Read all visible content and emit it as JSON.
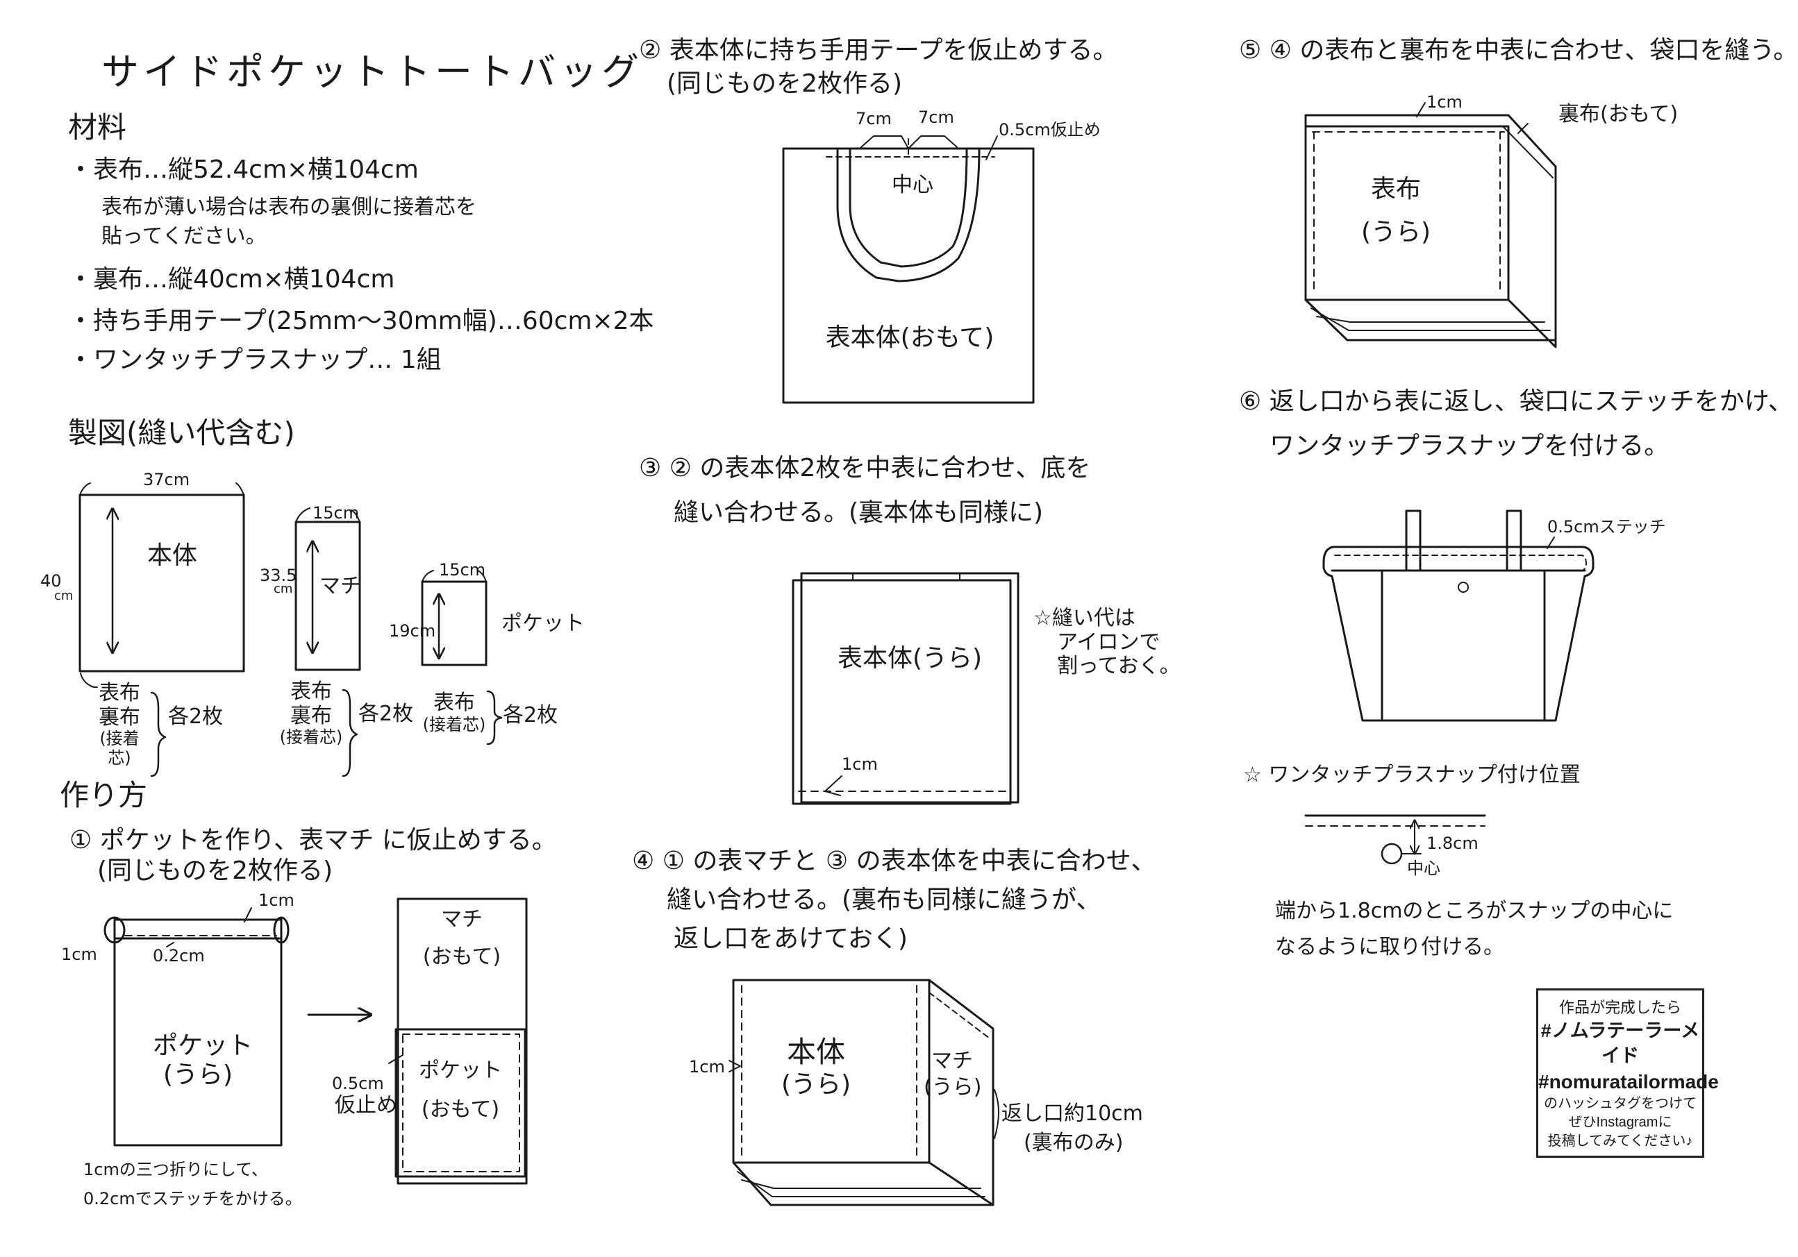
{
  "title": "サイドポケットトートバッグ",
  "materials": {
    "heading": "材料",
    "items": [
      "・表布…縦52.4cm×横104cm",
      "表布が薄い場合は表布の裏側に接着芯を",
      "貼ってください。",
      "・裏布…縦40cm×横104cm",
      "・持ち手用テープ(25mm〜30mm幅)…60cm×2本",
      "・ワンタッチプラスナップ… 1組"
    ]
  },
  "pattern": {
    "heading": "製図(縫い代含む)",
    "body_width": "37cm",
    "body_height_a": "40",
    "body_height_b": "cm",
    "body_label": "本体",
    "gusset_width": "15cm",
    "gusset_height_a": "33.5",
    "gusset_height_b": "cm",
    "gusset_label": "マチ",
    "pocket_width": "15cm",
    "pocket_height": "19cm",
    "pocket_label": "ポケット",
    "body_fabric": [
      "表布",
      "裏布",
      "(接着芯)"
    ],
    "gusset_fabric": [
      "表布",
      "裏布",
      "(接着芯)"
    ],
    "pocket_fabric": [
      "表布",
      "(接着芯)"
    ],
    "qty": "各2枚"
  },
  "howto": {
    "heading": "作り方",
    "step1": {
      "line1": "① ポケットを作り、表マチ に仮止めする。",
      "line2": "(同じものを2枚作る)"
    },
    "step1_fig": {
      "cm1_top": "1cm",
      "cm1_left": "1cm",
      "stitch": "0.2cm",
      "pocket_label": "ポケット",
      "pocket_side": "(うら)",
      "note1": "1cmの三つ折りにして、",
      "note2": "0.2cmでステッチをかける。",
      "tack": "0.5cm",
      "tack2": "仮止め",
      "gusset": "マチ",
      "gusset_side": "(おもて)",
      "pocket2": "ポケット",
      "pocket2_side": "(おもて)"
    }
  },
  "step2": {
    "line1": "② 表本体に持ち手用テープを仮止めする。",
    "line2": "(同じものを2枚作る)",
    "d1": "7cm",
    "d2": "7cm",
    "tack": "0.5cm仮止め",
    "center": "中心",
    "body": "表本体(おもて)"
  },
  "step3": {
    "line1": "③ ② の表本体2枚を中表に合わせ、底を",
    "line2": "縫い合わせる。(裏本体も同様に)",
    "body": "表本体(うら)",
    "seam": "1cm",
    "note": [
      "☆縫い代は",
      "アイロンで",
      "割っておく。"
    ]
  },
  "step4": {
    "line1": "④ ① の表マチと ③ の表本体を中表に合わせ、",
    "line2": "縫い合わせる。(裏布も同様に縫うが、",
    "line3": "返し口をあけておく)",
    "seam": "1cm",
    "body": "本体",
    "body_side": "(うら)",
    "gusset": "マチ",
    "gusset_side": "(うら)",
    "opening": "返し口約10cm",
    "opening_note": "(裏布のみ)"
  },
  "step5": {
    "line1": "⑤ ④ の表布と裏布を中表に合わせ、袋口を縫う。",
    "seam": "1cm",
    "lining": "裏布(おもて)",
    "outer": "表布",
    "outer_side": "(うら)"
  },
  "step6": {
    "line1": "⑥ 返し口から表に返し、袋口にステッチをかけ、",
    "line2": "ワンタッチプラスナップを付ける。",
    "stitch": "0.5cmステッチ"
  },
  "snap": {
    "heading": "☆ ワンタッチプラスナップ付け位置",
    "dist": "1.8cm",
    "center": "中心",
    "note1": "端から1.8cmのところがスナップの中心に",
    "note2": "なるように取り付ける。"
  },
  "promo": {
    "line1": "作品が完成したら",
    "line2": "#ノムラテーラーメイド",
    "line3": "#nomuratailormade",
    "line4": "のハッシュタグをつけて",
    "line5": "ぜひInstagramに",
    "line6": "投稿してみてください♪"
  }
}
